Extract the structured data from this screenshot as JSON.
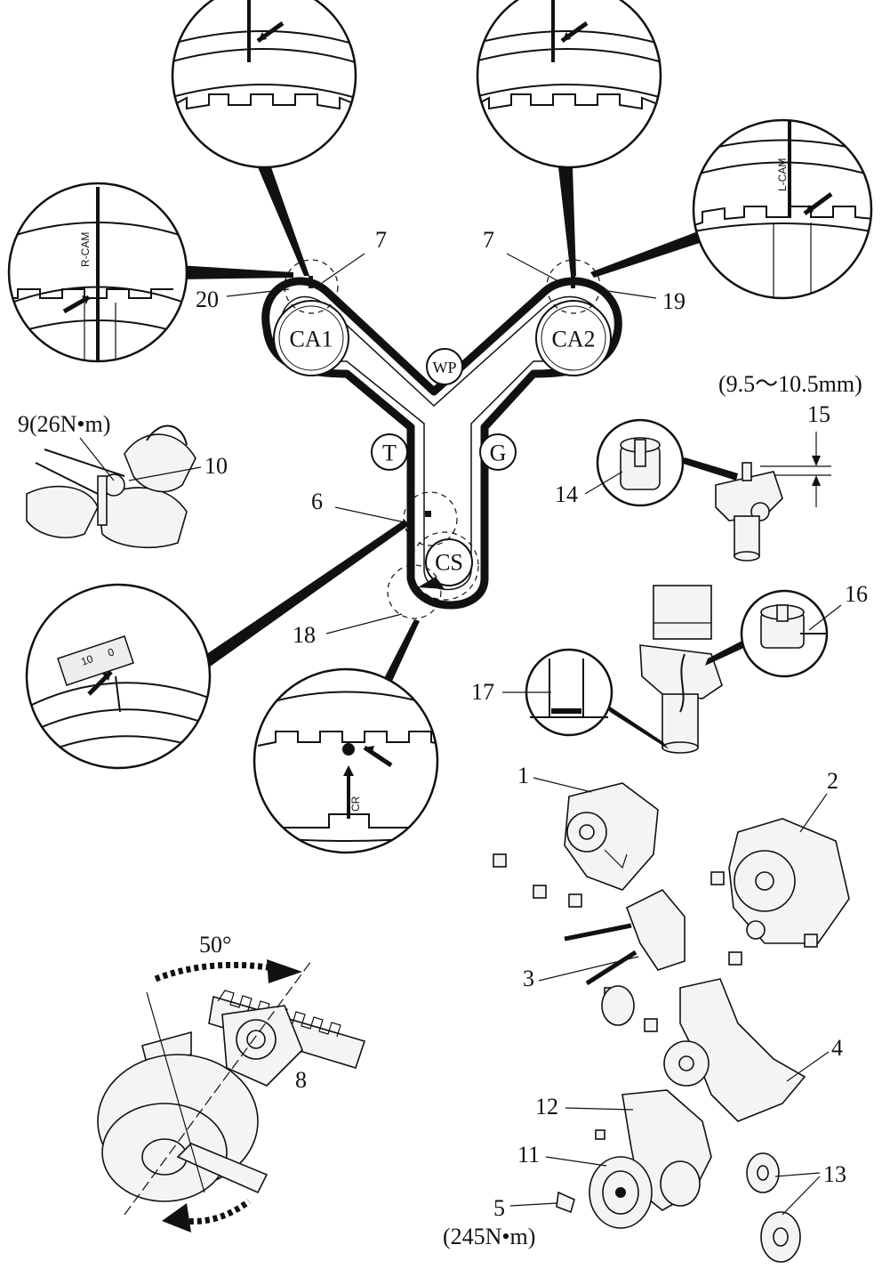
{
  "pulleys": {
    "ca1": "CA1",
    "ca2": "CA2",
    "wp": "WP",
    "t": "T",
    "g": "G",
    "cs": "CS"
  },
  "callouts": {
    "n1": "1",
    "n2": "2",
    "n3": "3",
    "n4": "4",
    "n5": "5",
    "n5_torque": "(245N•m)",
    "n6": "6",
    "n7_left": "7",
    "n7_right": "7",
    "n8": "8",
    "n9": "9(26N•m)",
    "n10": "10",
    "n11": "11",
    "n12": "12",
    "n13": "13",
    "n14": "14",
    "n15": "15",
    "n15_range": "(9.5～10.5mm)",
    "n16": "16",
    "n17": "17",
    "n18": "18",
    "n19": "19",
    "n20": "20"
  },
  "marks": {
    "r_cam": "R-CAM",
    "l_cam": "L-CAM",
    "cr": "CR",
    "angle": "50°",
    "scale_10": "10",
    "scale_0": "0"
  }
}
